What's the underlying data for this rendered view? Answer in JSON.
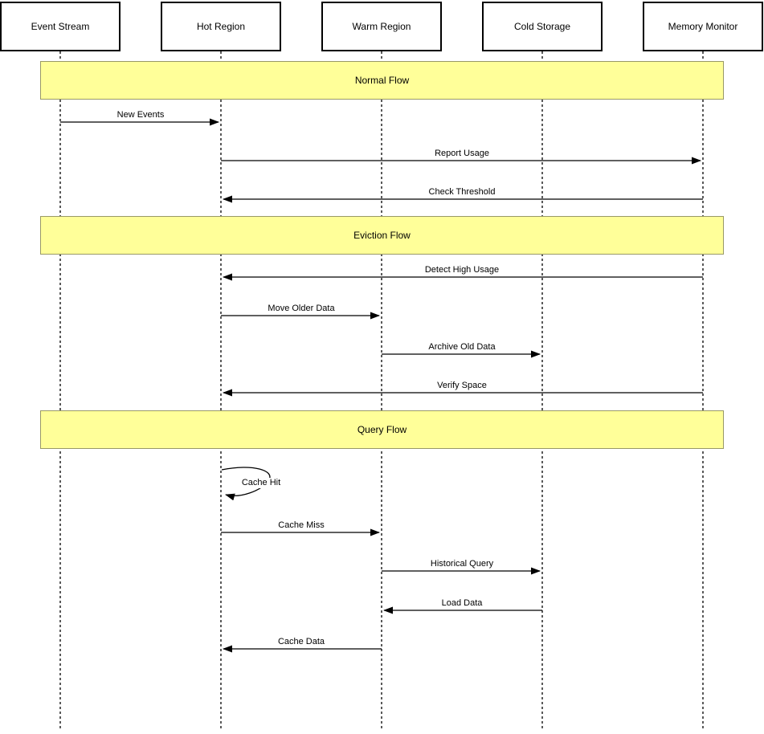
{
  "diagram": {
    "type": "sequence-diagram",
    "actors": [
      {
        "id": "event-stream",
        "label": "Event Stream"
      },
      {
        "id": "hot-region",
        "label": "Hot Region"
      },
      {
        "id": "warm-region",
        "label": "Warm Region"
      },
      {
        "id": "cold-storage",
        "label": "Cold Storage"
      },
      {
        "id": "memory-monitor",
        "label": "Memory Monitor"
      }
    ],
    "sections": [
      {
        "label": "Normal Flow"
      },
      {
        "label": "Eviction Flow"
      },
      {
        "label": "Query Flow"
      }
    ],
    "messages": [
      {
        "label": "New Events",
        "from": "Event Stream",
        "to": "Hot Region",
        "section": "Normal Flow"
      },
      {
        "label": "Report Usage",
        "from": "Hot Region",
        "to": "Memory Monitor",
        "section": "Normal Flow"
      },
      {
        "label": "Check Threshold",
        "from": "Memory Monitor",
        "to": "Hot Region",
        "section": "Normal Flow"
      },
      {
        "label": "Detect High Usage",
        "from": "Memory Monitor",
        "to": "Hot Region",
        "section": "Eviction Flow"
      },
      {
        "label": "Move Older Data",
        "from": "Hot Region",
        "to": "Warm Region",
        "section": "Eviction Flow"
      },
      {
        "label": "Archive Old Data",
        "from": "Warm Region",
        "to": "Cold Storage",
        "section": "Eviction Flow"
      },
      {
        "label": "Verify Space",
        "from": "Memory Monitor",
        "to": "Hot Region",
        "section": "Eviction Flow"
      },
      {
        "label": "Cache Hit",
        "from": "Hot Region",
        "to": "Hot Region",
        "section": "Query Flow",
        "self": true
      },
      {
        "label": "Cache Miss",
        "from": "Hot Region",
        "to": "Warm Region",
        "section": "Query Flow"
      },
      {
        "label": "Historical Query",
        "from": "Warm Region",
        "to": "Cold Storage",
        "section": "Query Flow"
      },
      {
        "label": "Load Data",
        "from": "Cold Storage",
        "to": "Warm Region",
        "section": "Query Flow"
      },
      {
        "label": "Cache Data",
        "from": "Warm Region",
        "to": "Hot Region",
        "section": "Query Flow"
      }
    ],
    "colors": {
      "section_fill": "#FFFF99",
      "section_border": "#999966",
      "actor_fill": "#FFFFFF",
      "actor_border": "#000000",
      "line": "#000000",
      "background": "#FFFFFF"
    }
  }
}
